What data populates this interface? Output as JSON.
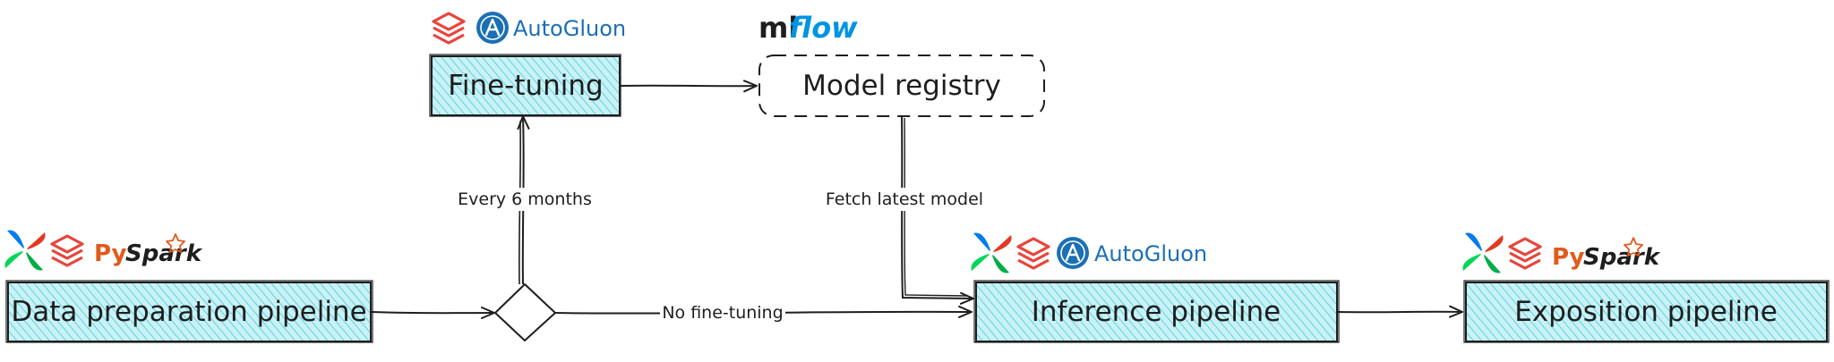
{
  "nodes": {
    "fine_tuning": "Fine-tuning",
    "model_registry": "Model registry",
    "data_preparation": "Data preparation pipeline",
    "inference": "Inference pipeline",
    "exposition": "Exposition pipeline"
  },
  "edges": {
    "every_6_months": "Every 6 months",
    "fetch_latest_model": "Fetch latest model",
    "no_fine_tuning": "No fine-tuning"
  },
  "logos": {
    "autogluon": "AutoGluon",
    "mlflow_ml": "ml",
    "mlflow_flow": "flow",
    "pyspark_py": "Py",
    "pyspark_spark": "Spark"
  },
  "colors": {
    "box_fill": "#a5e8f0",
    "stroke": "#1e1e1e",
    "databricks": "#e8453c",
    "autogluon": "#1b6fb5",
    "mlflow_blue": "#0194e2",
    "pyspark_orange": "#e25a1c"
  },
  "icons": [
    "airflow-icon",
    "databricks-icon",
    "autogluon-icon",
    "mlflow-logo",
    "pyspark-logo"
  ]
}
